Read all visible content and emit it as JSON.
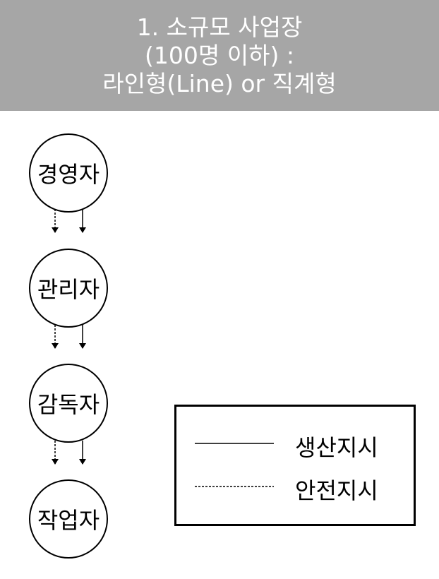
{
  "header": {
    "line1": "1. 소규모 사업장",
    "line2": "(100명 이하) :",
    "line3": "라인형(Line) or 직계형"
  },
  "nodes": [
    {
      "label": "경영자"
    },
    {
      "label": "관리자"
    },
    {
      "label": "감독자"
    },
    {
      "label": "작업자"
    }
  ],
  "legend": {
    "production_label": "생산지시",
    "safety_label": "안전지시"
  },
  "colors": {
    "header_bg": "#a6a6a6",
    "header_text": "#ffffff",
    "line": "#000000"
  }
}
